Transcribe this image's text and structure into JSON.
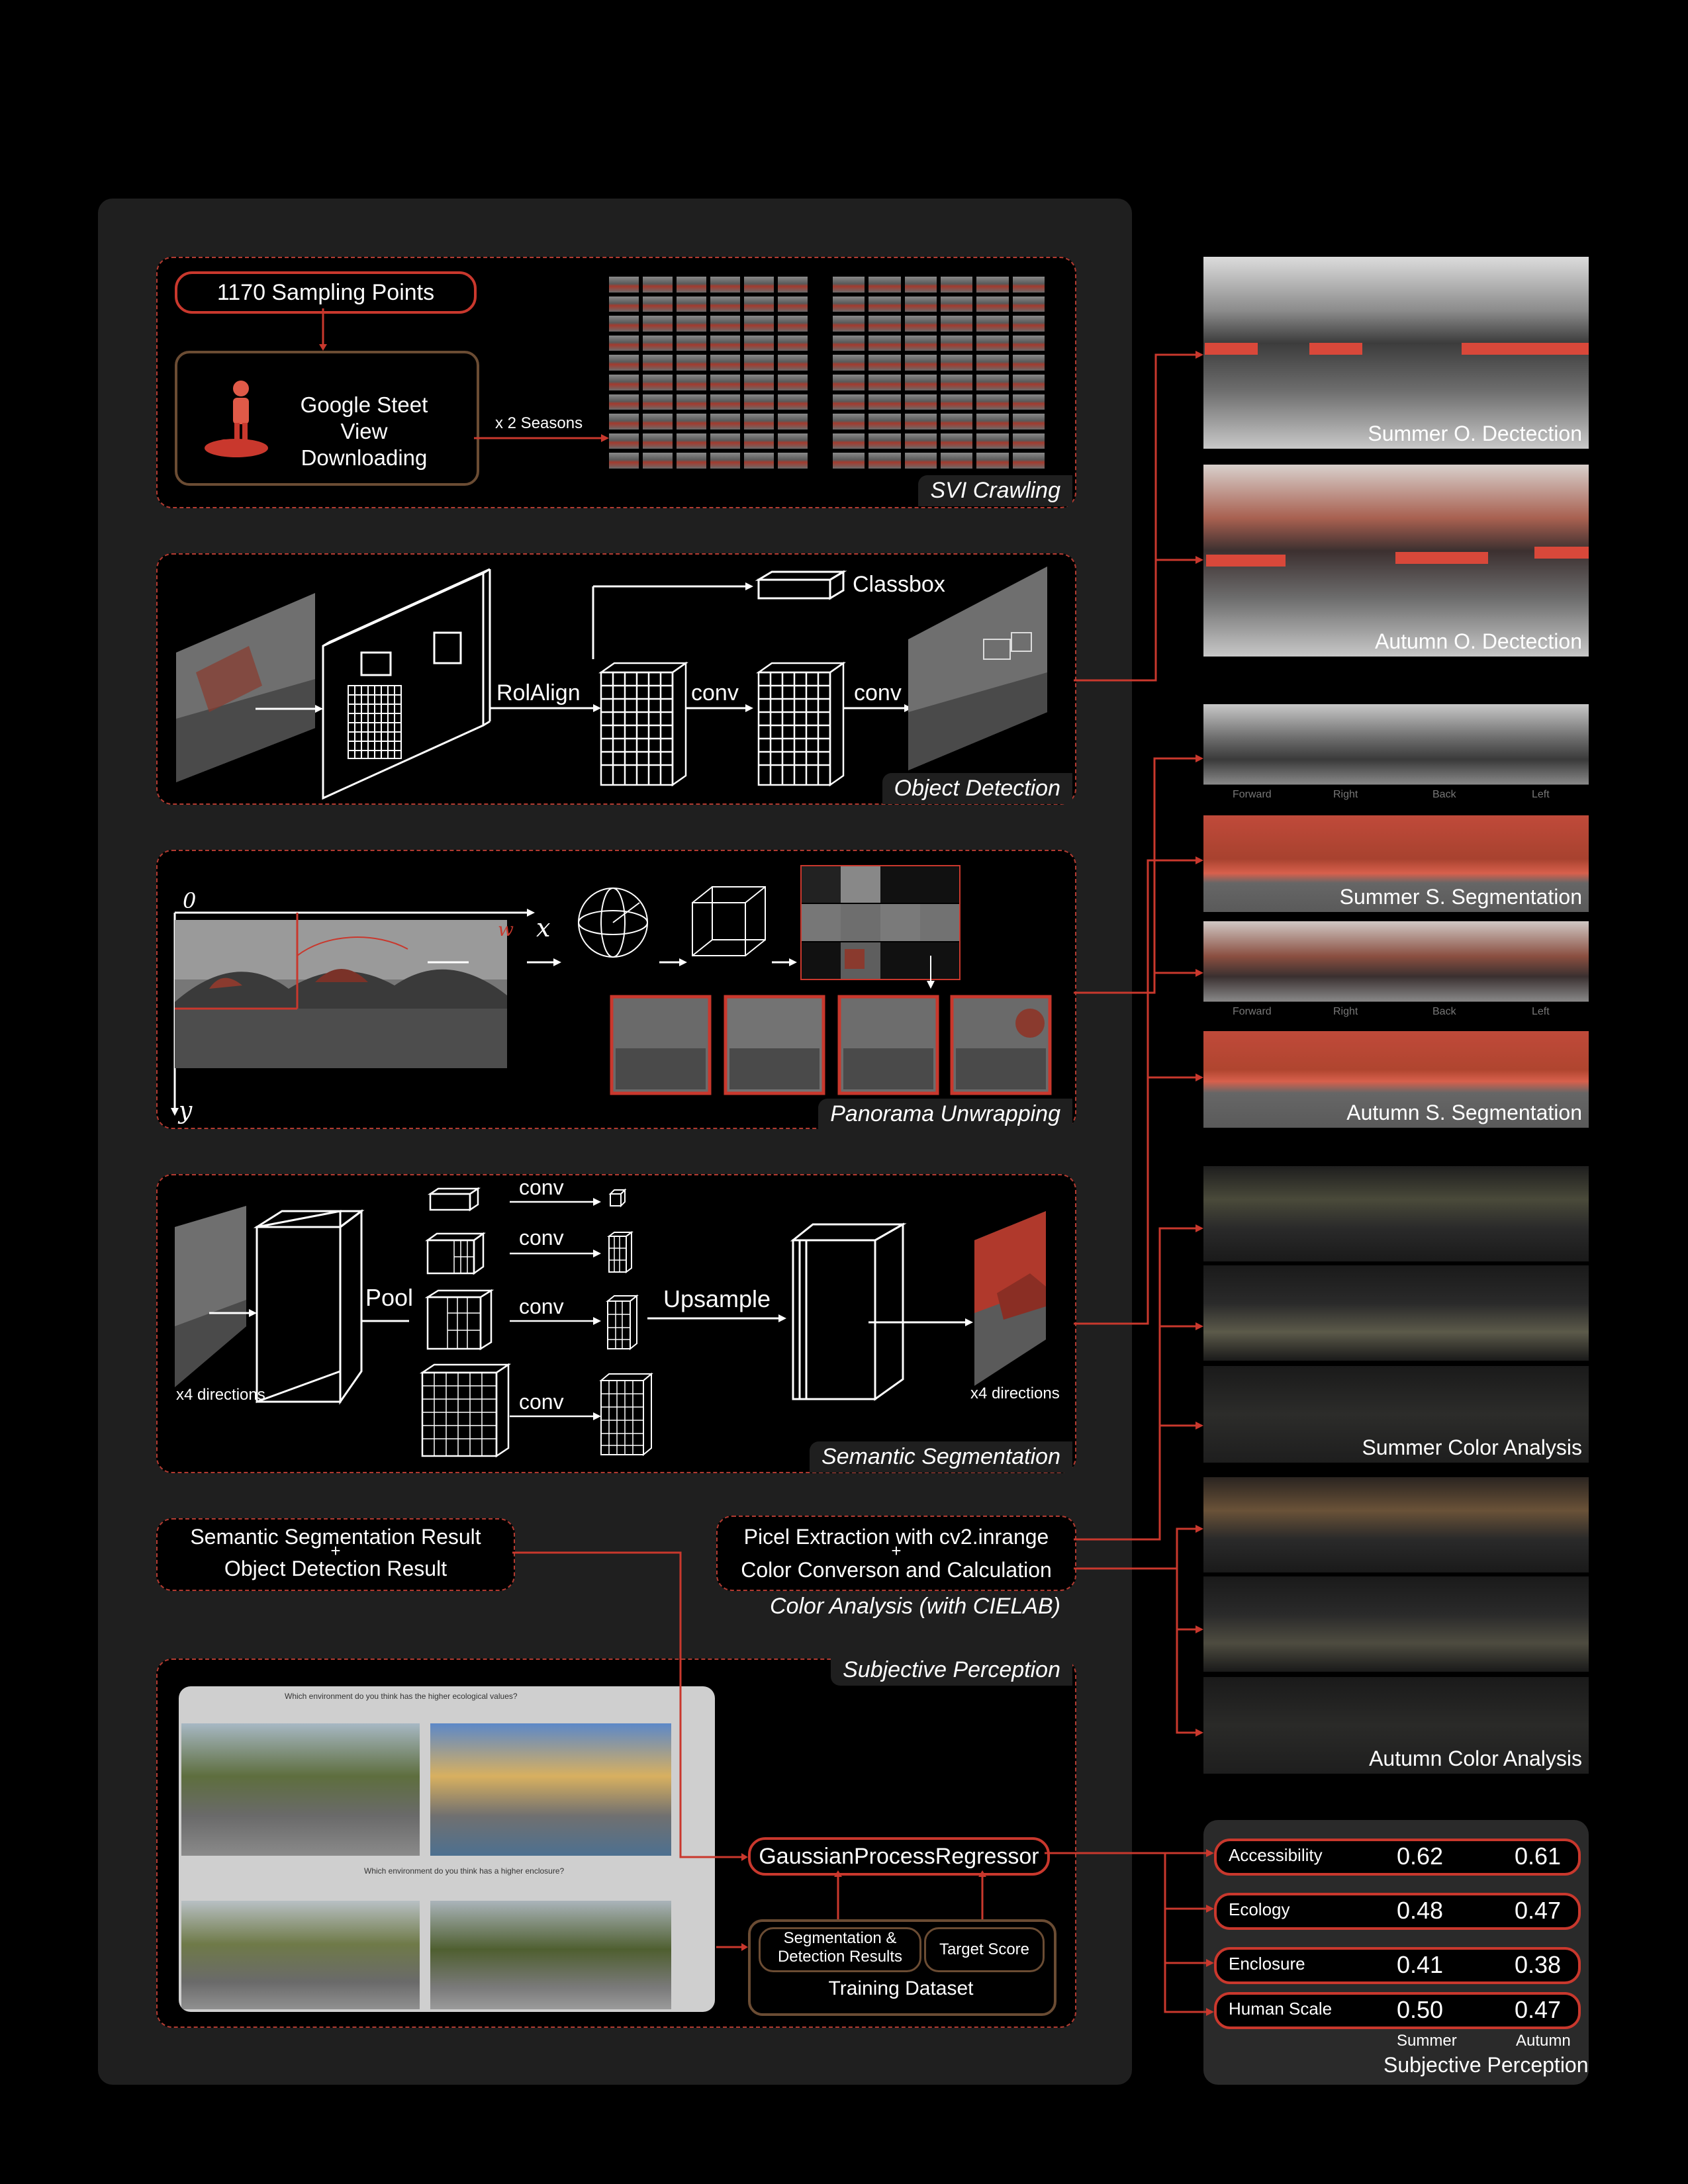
{
  "svi": {
    "sampling": "1170 Sampling Points",
    "download": "Google Steet View Downloading",
    "seasons": "x 2 Seasons",
    "label": "SVI Crawling"
  },
  "object_detection": {
    "classbox": "Classbox",
    "roialign": "RolAlign",
    "conv1": "conv",
    "conv2": "conv",
    "label": "Object Detection"
  },
  "panorama": {
    "origin": "0",
    "x_axis": "x",
    "y_axis": "y",
    "w_mark": "w",
    "label": "Panorama Unwrapping"
  },
  "semantic": {
    "pool": "Pool",
    "upsample": "Upsample",
    "conv": "conv",
    "dir_left": "x4 directions",
    "dir_right": "x4 directions",
    "label": "Semantic Segmentation"
  },
  "results": {
    "line1": "Semantic Segmentation Result",
    "plus": "+",
    "line2": "Object Detection Result"
  },
  "color_analysis": {
    "line1": "Picel Extraction with cv2.inrange",
    "plus": "+",
    "line2": "Color Converson and Calculation",
    "label": "Color Analysis (with CIELAB)"
  },
  "subjective": {
    "label": "Subjective Perception",
    "regressor": "GaussianProcessRegressor",
    "seg_det": "Segmentation & Detection Results",
    "target": "Target Score",
    "training": "Training Dataset",
    "survey_q1": "Which environment do you think has the higher ecological values?",
    "survey_q2": "Which environment do you think has a higher enclosure?"
  },
  "right_images": {
    "summer_od": "Summer O. Dectection",
    "autumn_od": "Autumn O. Dectection",
    "summer_ss": "Summer S. Segmentation",
    "autumn_ss": "Autumn S. Segmentation",
    "summer_ca": "Summer Color Analysis",
    "autumn_ca": "Autumn Color Analysis",
    "dirs": [
      "Forward",
      "Right",
      "Back",
      "Left"
    ]
  },
  "perception_scores": {
    "rows": [
      {
        "name": "Accessibility",
        "summer": "0.62",
        "autumn": "0.61"
      },
      {
        "name": "Ecology",
        "summer": "0.48",
        "autumn": "0.47"
      },
      {
        "name": "Enclosure",
        "summer": "0.41",
        "autumn": "0.38"
      },
      {
        "name": "Human Scale",
        "summer": "0.50",
        "autumn": "0.47"
      }
    ],
    "col_summer": "Summer",
    "col_autumn": "Autumn",
    "title": "Subjective Perception"
  },
  "colors": {
    "accent": "#c9382d",
    "brown": "#6b4c33",
    "panel": "#1f1f1f"
  }
}
